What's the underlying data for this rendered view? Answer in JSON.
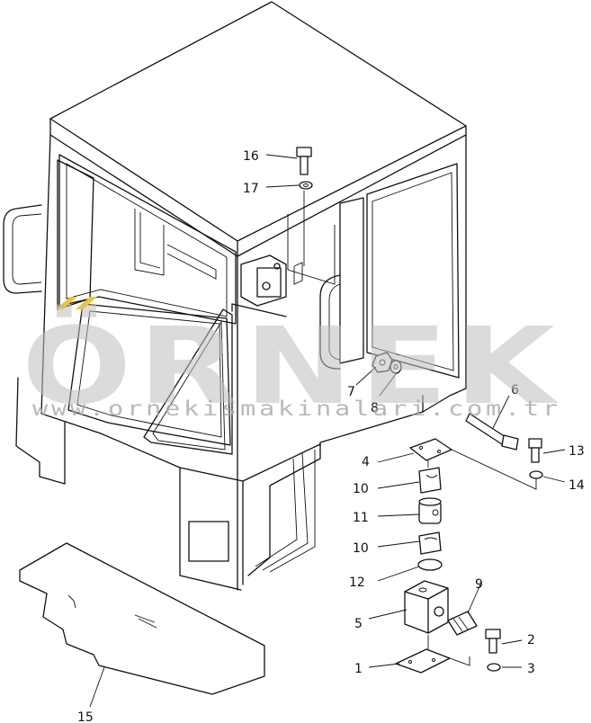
{
  "watermark": {
    "brand": "ÖRNEK",
    "url": "www.ornekismakinalari.com.tr",
    "accent_color": "#f2c230",
    "gray_color": "#bdbdbd"
  },
  "callouts": [
    {
      "id": "p1",
      "label": "1"
    },
    {
      "id": "p2",
      "label": "2"
    },
    {
      "id": "p3",
      "label": "3"
    },
    {
      "id": "p4",
      "label": "4"
    },
    {
      "id": "p5",
      "label": "5"
    },
    {
      "id": "p6",
      "label": "6"
    },
    {
      "id": "p7",
      "label": "7"
    },
    {
      "id": "p8",
      "label": "8"
    },
    {
      "id": "p9",
      "label": "9"
    },
    {
      "id": "p10a",
      "label": "10"
    },
    {
      "id": "p10b",
      "label": "10"
    },
    {
      "id": "p11",
      "label": "11"
    },
    {
      "id": "p12",
      "label": "12"
    },
    {
      "id": "p13",
      "label": "13"
    },
    {
      "id": "p14",
      "label": "14"
    },
    {
      "id": "p15",
      "label": "15"
    },
    {
      "id": "p16",
      "label": "16"
    },
    {
      "id": "p17",
      "label": "17"
    }
  ]
}
